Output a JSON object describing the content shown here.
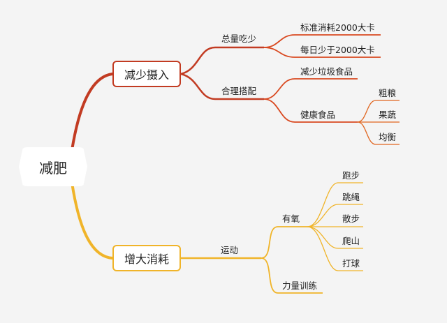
{
  "root": "减肥",
  "branch_reduce": "减少摄入",
  "branch_increase": "增大消耗",
  "reduce": {
    "total": "总量吃少",
    "total_items": [
      "标准消耗2000大卡",
      "每日少于2000大卡"
    ],
    "combo": "合理搭配",
    "junk": "减少垃圾食品",
    "healthy": "健康食品",
    "healthy_items": [
      "粗粮",
      "果蔬",
      "均衡"
    ]
  },
  "increase": {
    "exercise": "运动",
    "aerobic": "有氧",
    "aerobic_items": [
      "跑步",
      "跳绳",
      "散步",
      "爬山",
      "打球"
    ],
    "strength": "力量训练"
  },
  "colors": {
    "red": "#c23b22",
    "orange": "#e0651f",
    "yellow": "#f0b429",
    "background": "#f4f4f4"
  }
}
